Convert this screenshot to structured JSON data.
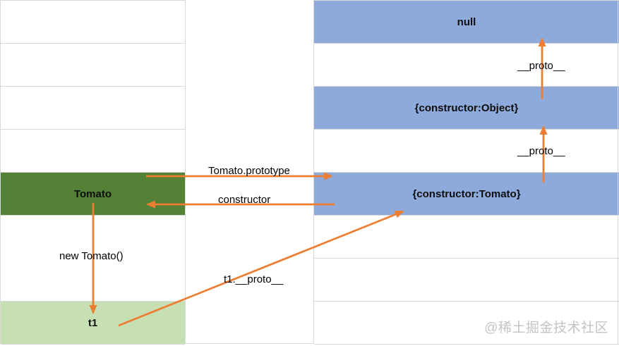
{
  "diagram": {
    "left_table": {
      "cells": [
        {
          "label": ""
        },
        {
          "label": ""
        },
        {
          "label": ""
        },
        {
          "label": ""
        },
        {
          "label": "Tomato"
        },
        {
          "label": ""
        },
        {
          "label": "t1"
        }
      ]
    },
    "right_table": {
      "cells": [
        {
          "label": "null"
        },
        {
          "label": ""
        },
        {
          "label": "{constructor:Object}"
        },
        {
          "label": ""
        },
        {
          "label": "{constructor:Tomato}"
        },
        {
          "label": ""
        },
        {
          "label": ""
        },
        {
          "label": ""
        }
      ]
    },
    "edge_labels": {
      "tomato_prototype": "Tomato.prototype",
      "constructor": "constructor",
      "new_tomato": "new Tomato()",
      "t1_proto": "t1.__proto__",
      "proto_object_null": "__proto__",
      "proto_tomato_object": "__proto__"
    },
    "colors": {
      "constructor_box": "#538135",
      "instance_box": "#C6E0B4",
      "prototype_box": "#8EAADB",
      "arrow": "#ED7D31",
      "grid": "#D9D9D9"
    },
    "watermark": "@稀土掘金技术社区"
  }
}
